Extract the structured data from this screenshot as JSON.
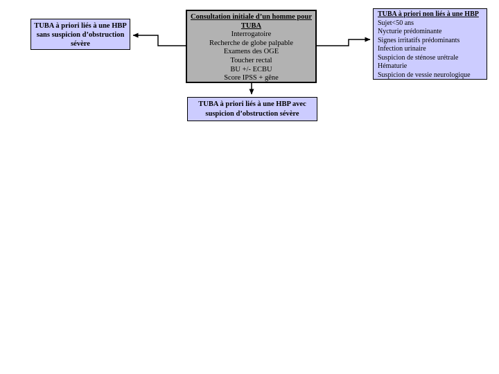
{
  "colors": {
    "background": "#ffffff",
    "center_box_fill": "#b2b2b2",
    "side_box_fill": "#ccccff",
    "border_color": "#000000",
    "arrow_color": "#000000",
    "text_color": "#000000"
  },
  "center_box": {
    "title_line1": "Consultation initiale  d’un homme pour",
    "title_line2": "TUBA",
    "lines": [
      "Interrogatoire",
      "Recherche de globe palpable",
      "Examens des OGE",
      "Toucher rectal",
      "BU +/- ECBU",
      "Score IPSS + gêne"
    ]
  },
  "left_box": {
    "lines": [
      "TUBA à priori liés à une HBP",
      "sans suspicion d’obstruction",
      "sévère"
    ]
  },
  "right_box": {
    "title": "TUBA à priori non liés à une HBP",
    "items": [
      "Sujet<50 ans",
      "Nycturie prédominante",
      "Signes irritatifs prédominants",
      "Infection urinaire",
      "Suspicion de sténose urétrale",
      "Hématurie",
      "Suspicion de vessie neurologique"
    ]
  },
  "bottom_box": {
    "lines": [
      "TUBA à priori liés à une HBP avec",
      "suspicion d’obstruction sévère"
    ]
  }
}
